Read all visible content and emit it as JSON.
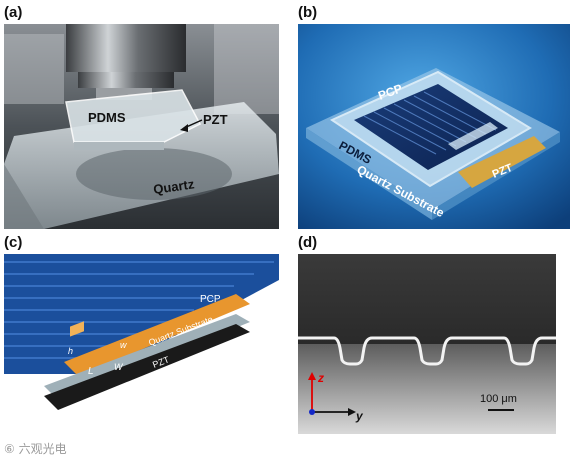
{
  "panels": {
    "a": {
      "label": "(a)",
      "texts": {
        "pdms": "PDMS",
        "pzt": "PZT",
        "quartz": "Quartz"
      }
    },
    "b": {
      "label": "(b)",
      "texts": {
        "pcp": "PCP",
        "pdms": "PDMS",
        "substrate": "Quartz Substrate",
        "pzt": "PZT"
      }
    },
    "c": {
      "label": "(c)",
      "texts": {
        "pcp": "PCP",
        "substrate": "Quartz Substrate",
        "pzt": "PZT",
        "h": "h",
        "w": "w",
        "l": "L",
        "W": "W"
      }
    },
    "d": {
      "label": "(d)",
      "texts": {
        "z": "z",
        "y": "y",
        "scale": "100 μm"
      }
    }
  },
  "watermark": "⑥ 六观光电"
}
